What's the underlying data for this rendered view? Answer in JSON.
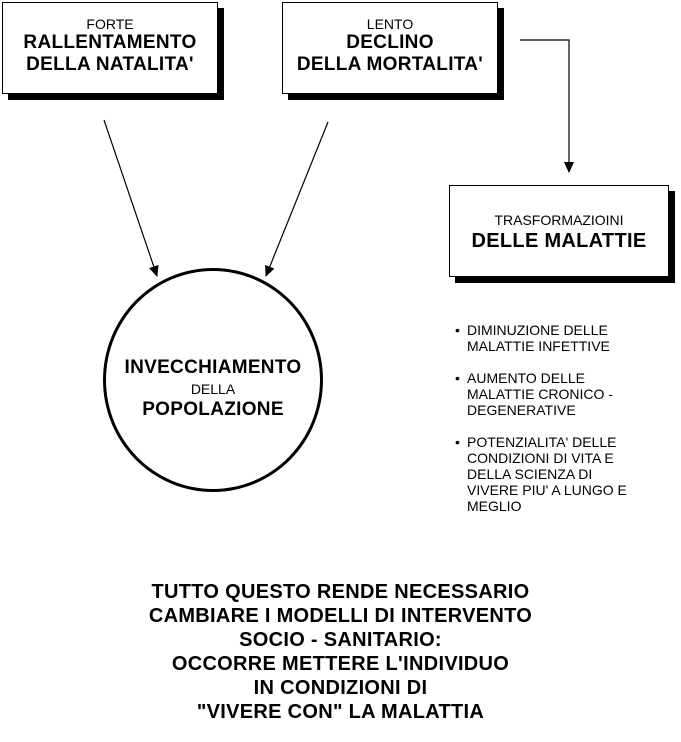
{
  "box_natalita": {
    "top": "FORTE",
    "line1": "RALLENTAMENTO",
    "line2": "DELLA NATALITA'"
  },
  "box_mortalita": {
    "top": "LENTO",
    "line1": "DECLINO",
    "line2": "DELLA MORTALITA'"
  },
  "box_malattie": {
    "top": "TRASFORMAZIOINI",
    "line1": "DELLE MALATTIE"
  },
  "circle": {
    "line1": "INVECCHIAMENTO",
    "line2": "DELLA",
    "line3": "POPOLAZIONE"
  },
  "bullets": [
    {
      "text": "DIMINUZIONE DELLE\n MALATTIE INFETTIVE"
    },
    {
      "text": "AUMENTO DELLE\n MALATTIE CRONICO -\n  DEGENERATIVE"
    },
    {
      "text": "POTENZIALITA'  DELLE\n CONDIZIONI DI VITA E\n  DELLA SCIENZA DI\n  VIVERE PIU' A LUNGO E\n  MEGLIO"
    }
  ],
  "conclusion": [
    "TUTTO QUESTO RENDE NECESSARIO",
    "CAMBIARE I MODELLI DI INTERVENTO",
    "SOCIO - SANITARIO:",
    "OCCORRE METTERE L'INDIVIDUO",
    "IN CONDIZIONI DI",
    "\"VIVERE CON\" LA MALATTIA"
  ]
}
